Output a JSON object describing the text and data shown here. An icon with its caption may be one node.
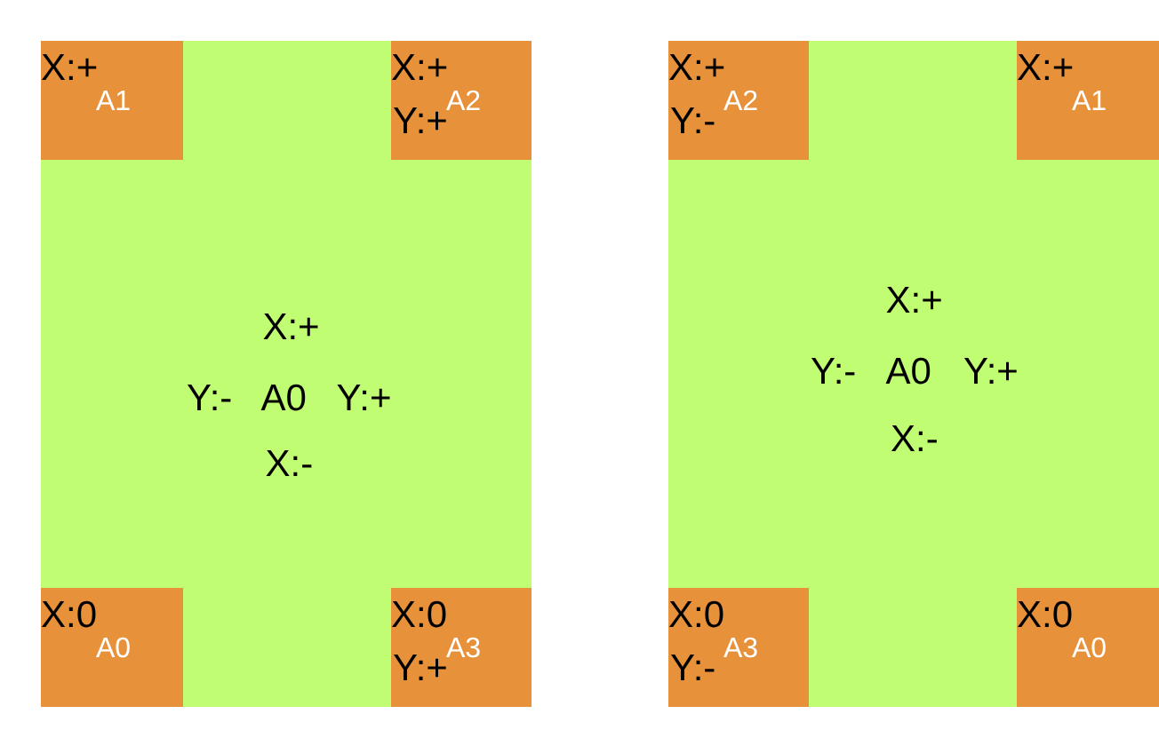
{
  "diagram": {
    "nodes": [
      {
        "text": [
          "X:+",
          "Y:-",
          "A0",
          "Y:+",
          "X:-"
        ]
      },
      {
        "text": [
          "X:+",
          "A1"
        ],
        "in": 0
      },
      {
        "text": [
          "X:+",
          "Y:+",
          "A2"
        ],
        "in": 0
      },
      {
        "text": [
          "X:0",
          "A0"
        ],
        "in": 0
      },
      {
        "text": [
          "X:0",
          "Y:+",
          "A3"
        ],
        "in": 0
      },
      {
        "text": [
          "X:+",
          "Y:-",
          "A0",
          "Y:+",
          "X:-"
        ]
      },
      {
        "text": [
          "X:+",
          "Y:-",
          "A2"
        ],
        "in": 5
      },
      {
        "text": [
          "X:+",
          "A1"
        ],
        "in": 5
      },
      {
        "text": [
          "X:0",
          "Y:-",
          "A3"
        ],
        "in": 5
      },
      {
        "text": [
          "X:0",
          "A0"
        ],
        "in": 5
      }
    ]
  }
}
